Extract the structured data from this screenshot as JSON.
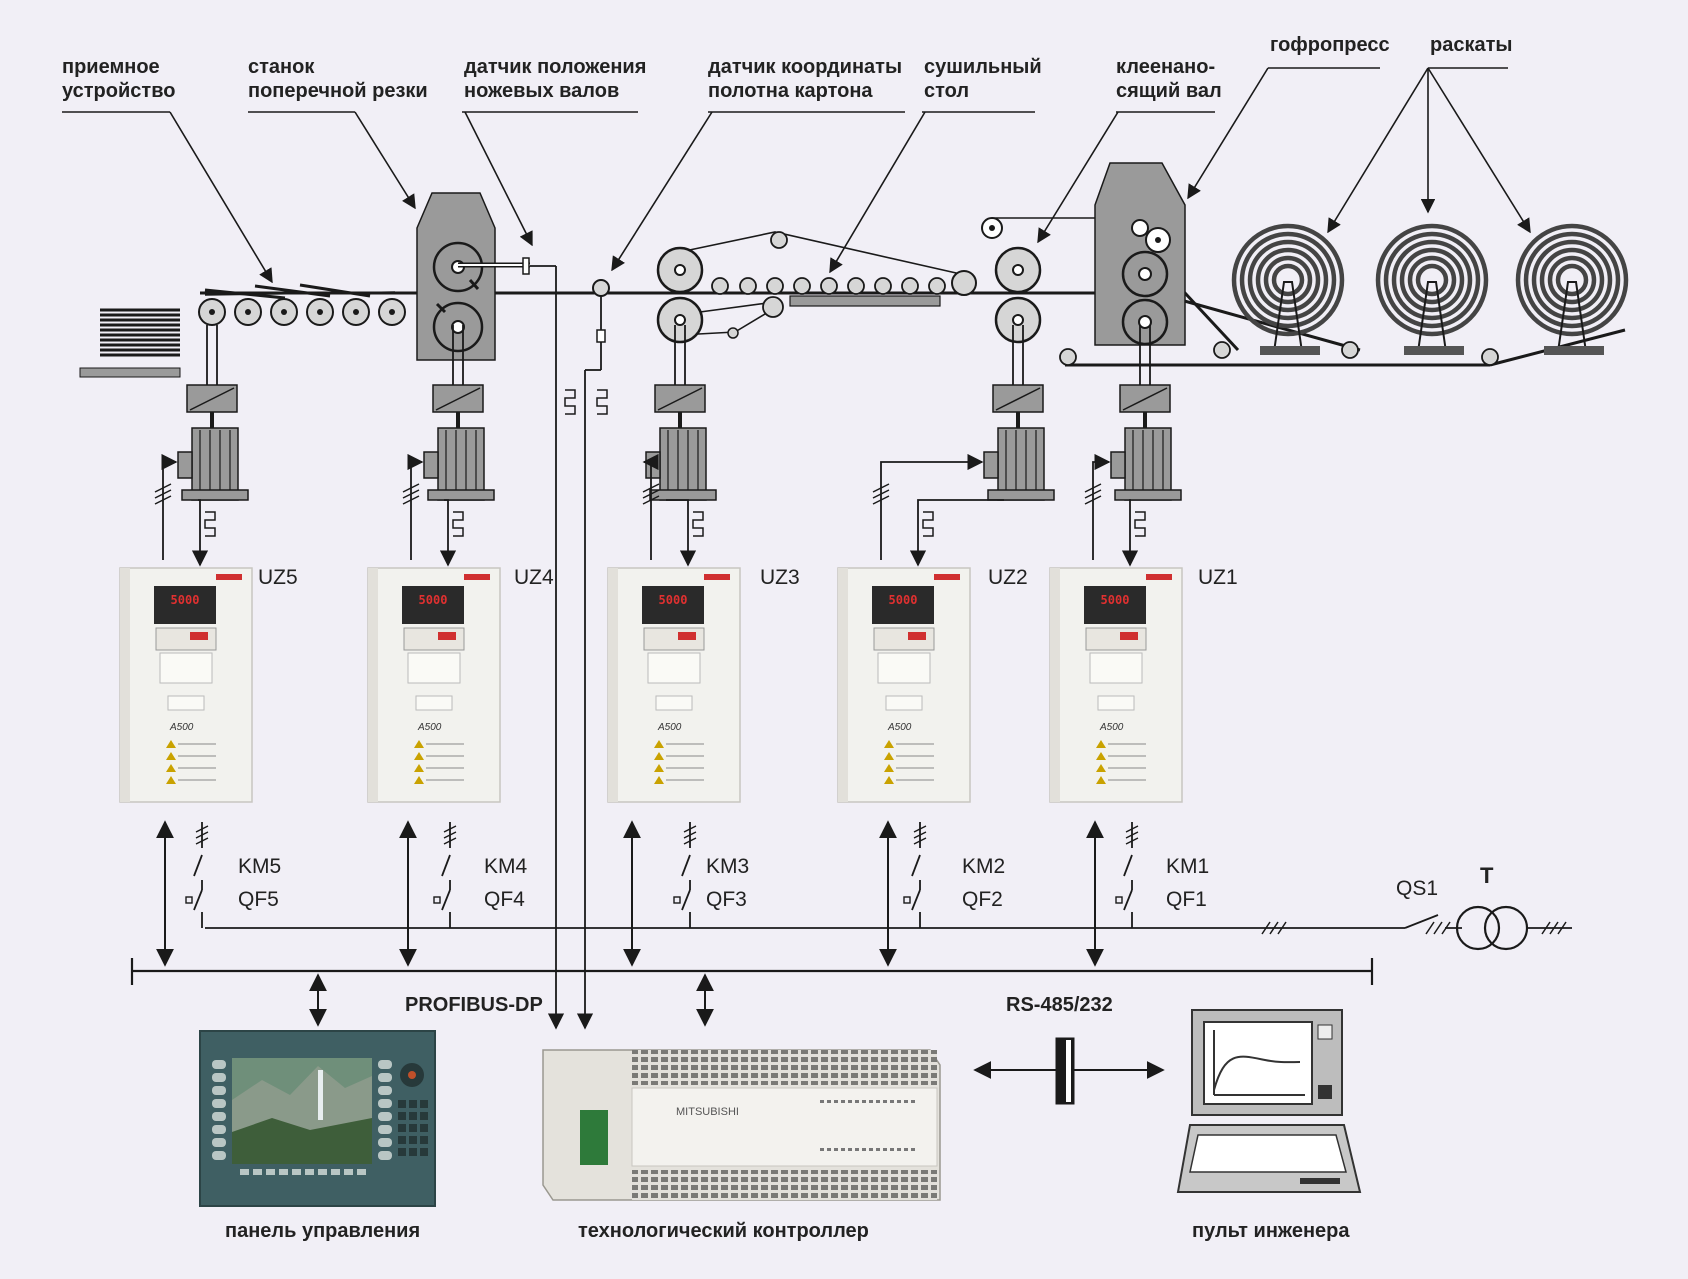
{
  "top_labels": {
    "receiver": [
      "приемное",
      "устройство"
    ],
    "cross_cutter": [
      "станок",
      "поперечной резки"
    ],
    "knife_sensor": [
      "датчик положения",
      "ножевых валов"
    ],
    "coord_sensor": [
      "датчик координаты",
      "полотна картона"
    ],
    "drying_table": [
      "сушильный",
      "стол"
    ],
    "glue_roll": [
      "клеенано-",
      "сящий вал"
    ],
    "corrugator": "гофропресс",
    "unwinders": "раскаты"
  },
  "drives": [
    {
      "uz": "UZ5",
      "km": "KM5",
      "qf": "QF5"
    },
    {
      "uz": "UZ4",
      "km": "KM4",
      "qf": "QF4"
    },
    {
      "uz": "UZ3",
      "km": "KM3",
      "qf": "QF3"
    },
    {
      "uz": "UZ2",
      "km": "KM2",
      "qf": "QF2"
    },
    {
      "uz": "UZ1",
      "km": "KM1",
      "qf": "QF1"
    }
  ],
  "inverter_display": "5000",
  "inverter_model": "A500",
  "supply": {
    "breaker": "QS1",
    "transformer": "T"
  },
  "bus": {
    "fieldbus": "PROFIBUS-DP",
    "serial": "RS-485/232"
  },
  "plc_brand": "MITSUBISHI",
  "bottom_labels": {
    "panel": "панель управления",
    "controller": "технологический контроллер",
    "engineer": "пульт инженера"
  },
  "colors": {
    "background": "#f1eff6",
    "line": "#1a1a1a",
    "machine": "#9a9a9a",
    "inverter": "#f2f2ee",
    "panel": "#3f5f63"
  }
}
